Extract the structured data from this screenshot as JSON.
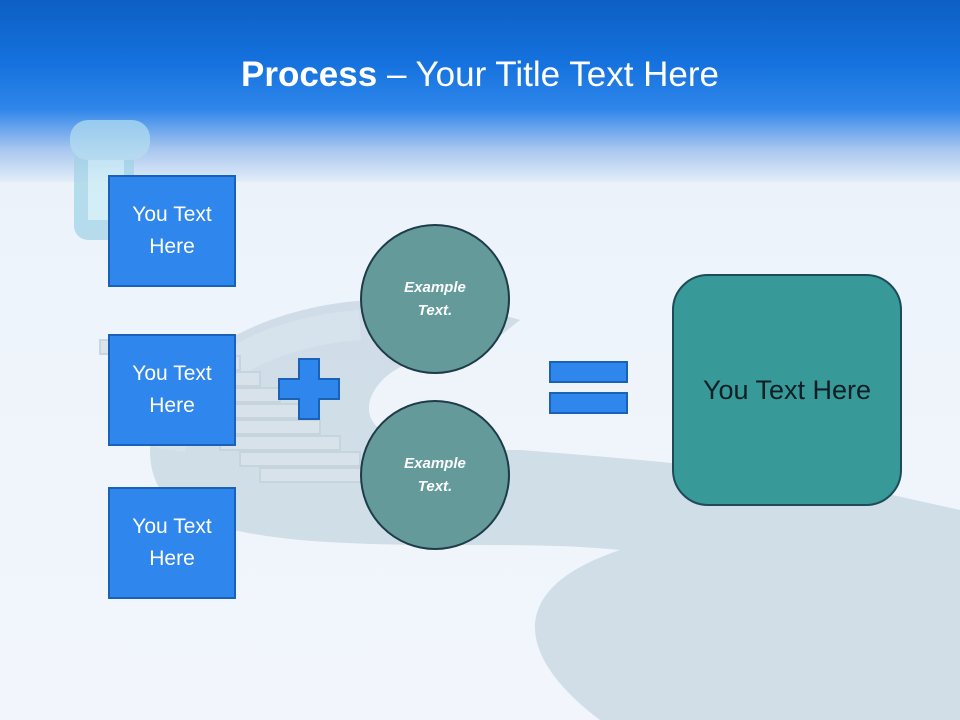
{
  "slide": {
    "title_bold": "Process",
    "title_rest": " – Your Title Text Here"
  },
  "inputs": [
    {
      "line1": "You Text",
      "line2": "Here"
    },
    {
      "line1": "You Text",
      "line2": "Here"
    },
    {
      "line1": "You Text",
      "line2": "Here"
    }
  ],
  "circles": [
    {
      "line1": "Example",
      "line2": "Text."
    },
    {
      "line1": "Example",
      "line2": "Text."
    }
  ],
  "result": {
    "label": "You Text Here"
  },
  "icons": {
    "plus": "plus-icon",
    "equals": "equals-icon"
  },
  "colors": {
    "header_blue": "#1572de",
    "box_blue": "#2f86ec",
    "circle_teal": "#649a9a",
    "result_teal": "#379a98"
  }
}
